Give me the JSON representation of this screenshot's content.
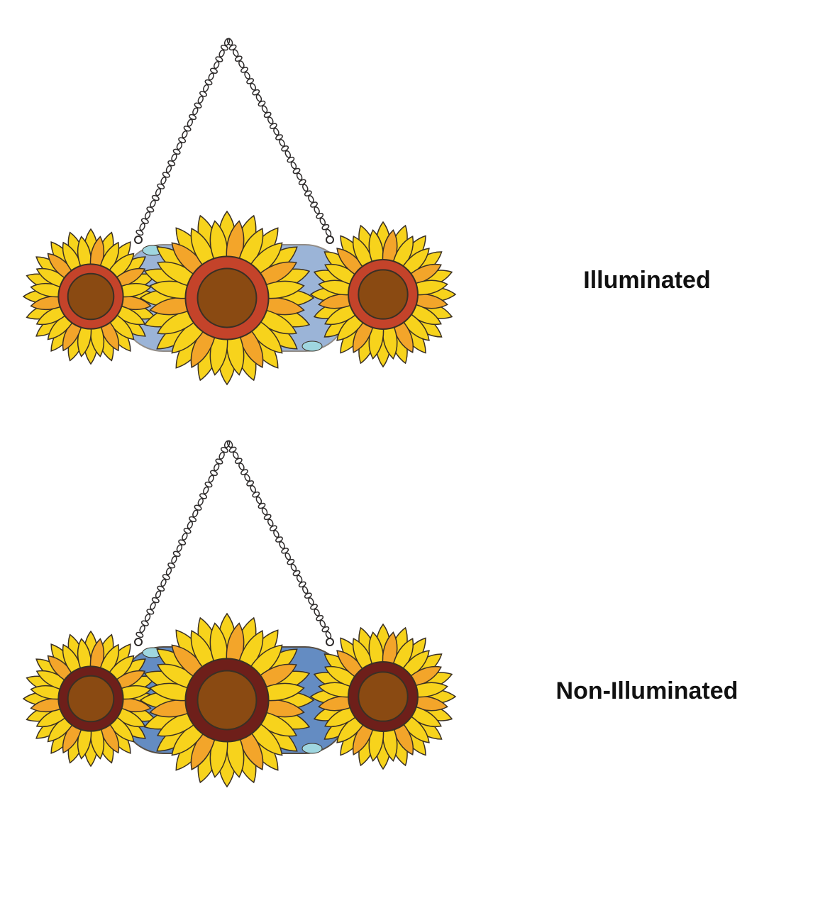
{
  "panels": [
    {
      "label": "Illuminated",
      "variant": "illuminated"
    },
    {
      "label": "Non-Illuminated",
      "variant": "non-illuminated"
    }
  ],
  "colors": {
    "petal": "#f7d31c",
    "petal_orange": "#f3a52a",
    "ring_illuminated": "#c4432a",
    "ring_non_illuminated": "#6e1f1a",
    "center": "#8a4a12",
    "glass_blue": "#4a78b8",
    "chain": "#2d2a2a"
  }
}
